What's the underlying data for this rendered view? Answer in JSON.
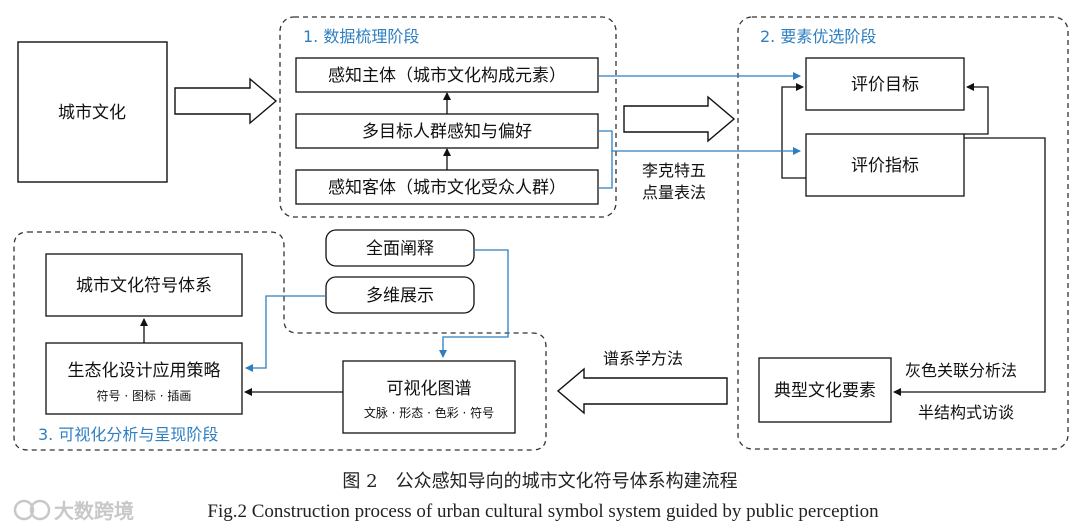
{
  "stages": {
    "stage1": "1. 数据梳理阶段",
    "stage2": "2. 要素优选阶段",
    "stage3": "3. 可视化分析与呈现阶段"
  },
  "nodes": {
    "urban_culture": "城市文化",
    "subject": "感知主体（城市文化构成元素）",
    "multi_goal": "多目标人群感知与偏好",
    "object": "感知客体（城市文化受众人群）",
    "eval_target": "评价目标",
    "eval_index": "评价指标",
    "typical_elements": "典型文化要素",
    "full_interpretation": "全面阐释",
    "multi_display": "多维展示",
    "symbol_system": "城市文化符号体系",
    "eco_strategy": "生态化设计应用策略",
    "eco_strategy_sub": "符号 · 图标 · 插画",
    "visual_atlas": "可视化图谱",
    "visual_atlas_sub": "文脉 · 形态 · 色彩 · 符号"
  },
  "methods": {
    "likert_line1": "李克特五",
    "likert_line2": "点量表法",
    "grey": "灰色关联分析法",
    "interview": "半结构式访谈",
    "genealogy": "谱系学方法"
  },
  "caption": {
    "cn": "图 2　公众感知导向的城市文化符号体系构建流程",
    "en": "Fig.2 Construction process of urban cultural symbol system guided by public perception"
  },
  "watermark": "大数跨境",
  "colors": {
    "accent": "#2e7fc1",
    "line": "#111111",
    "dash": "#333333"
  }
}
